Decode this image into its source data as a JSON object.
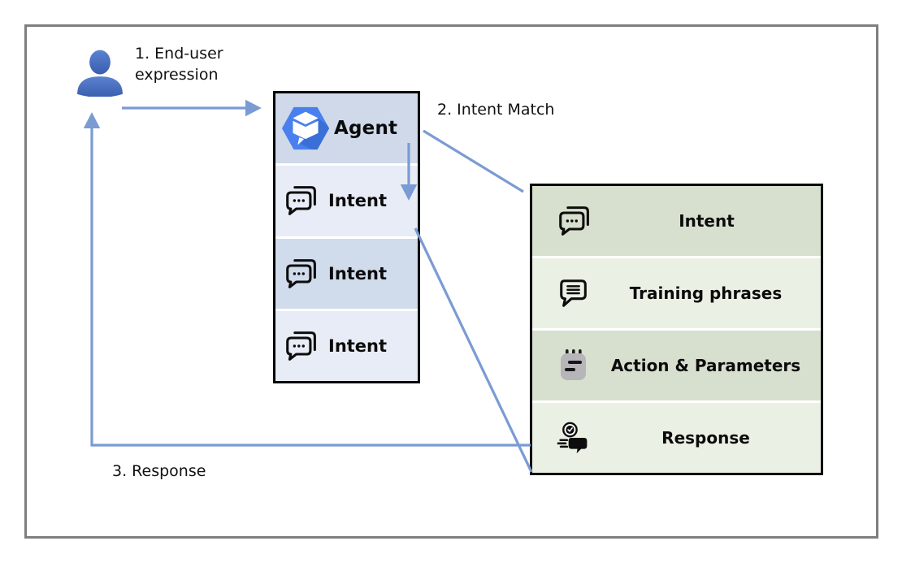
{
  "annotations": {
    "step1": "1. End-user expression",
    "step2": "2. Intent Match",
    "step3": "3. Response"
  },
  "agent_panel": {
    "header": {
      "label": "Agent",
      "icon": "dialogflow-agent-icon"
    },
    "rows": [
      {
        "label": "Intent",
        "icon": "chat-intent-icon"
      },
      {
        "label": "Intent",
        "icon": "chat-intent-icon"
      },
      {
        "label": "Intent",
        "icon": "chat-intent-icon"
      }
    ]
  },
  "intent_panel": {
    "rows": [
      {
        "label": "Intent",
        "icon": "chat-intent-icon"
      },
      {
        "label": "Training phrases",
        "icon": "training-phrases-icon"
      },
      {
        "label": "Action & Parameters",
        "icon": "action-parameters-icon"
      },
      {
        "label": "Response",
        "icon": "response-icon"
      }
    ]
  },
  "colors": {
    "arrow": "#7a9bd4",
    "frame_border": "#7f7f7f",
    "agent_header_bg": "#cfd9e9",
    "agent_row_light": "#e8ecf6",
    "agent_row_dark": "#d0dbec",
    "detail_row_dark": "#d7e0ce",
    "detail_row_light": "#ebf0e5",
    "person_blue": "#4671bd",
    "dialogflow_blue": "#4a80ee"
  }
}
